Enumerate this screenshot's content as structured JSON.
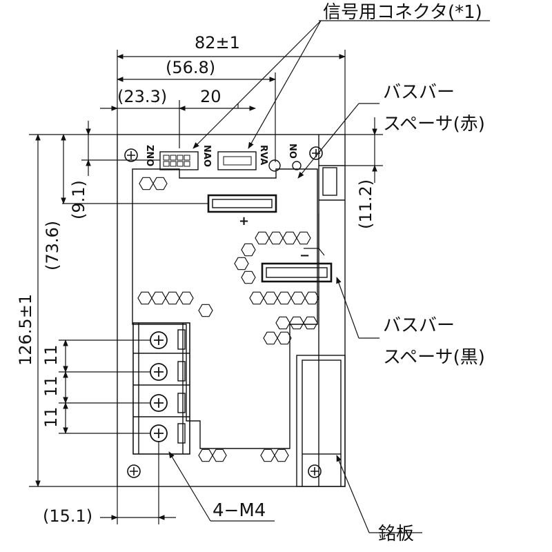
{
  "colors": {
    "line": "#111111",
    "background": "#ffffff"
  },
  "dimensions": {
    "width_total": "82±1",
    "signal_connector_offset": "(56.8)",
    "left_offset": "(23.3)",
    "connector_pitch": "20",
    "height_total": "126.5±1",
    "bus_bar_height": "(73.6)",
    "top_offset": "(9.1)",
    "spacer_offset": "(11.2)",
    "bottom_left_offset": "(15.1)",
    "terminal_pitch": [
      "11",
      "11",
      "11"
    ]
  },
  "labels": {
    "signal_connector": "信号用コネクタ(*1)",
    "bus_bar_red": [
      "バスバー",
      "スペーサ(赤)"
    ],
    "bus_bar_black": [
      "バスバー",
      "スペーサ(黒)"
    ],
    "screws": "4−M4",
    "nameplate": "銘板"
  },
  "board_marks": {
    "plus": "+",
    "minus": "−",
    "connector_a": "ZNO",
    "connector_b": "NAO",
    "connector_c": "RVA",
    "connector_d": "NO"
  }
}
